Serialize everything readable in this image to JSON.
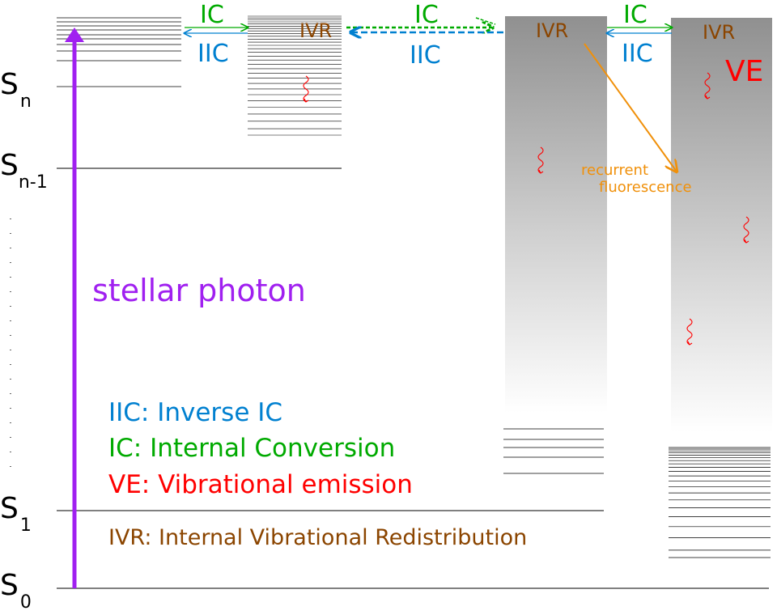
{
  "state_labels": {
    "sn": {
      "base": "S",
      "sub": "n"
    },
    "sn1": {
      "base": "S",
      "sub": "n-1"
    },
    "s1": {
      "base": "S",
      "sub": "1"
    },
    "s0": {
      "base": "S",
      "sub": "0"
    }
  },
  "photon": {
    "label": "stellar photon",
    "color": "#a020f0"
  },
  "transitions": {
    "ic_1": "IC",
    "iic_1": "IIC",
    "ic_2": "IC",
    "iic_2": "IIC",
    "ic_3": "IC",
    "iic_3": "IIC",
    "ivr_1": "IVR",
    "ivr_2": "IVR",
    "ivr_3": "IVR",
    "ve": "VE",
    "recurrent": [
      "recurrent",
      "fluorescence"
    ]
  },
  "legend": {
    "iic": "IIC: Inverse IC",
    "ic": "IC: Internal Conversion",
    "ve": "VE: Vibrational emission",
    "ivr": "IVR: Internal Vibrational Redistribution"
  },
  "colors": {
    "ic": "#00aa00",
    "iic": "#0080d0",
    "ve": "#ff0000",
    "ivr": "#8b4500",
    "recurrent": "#f0900a",
    "photon": "#a020f0"
  }
}
